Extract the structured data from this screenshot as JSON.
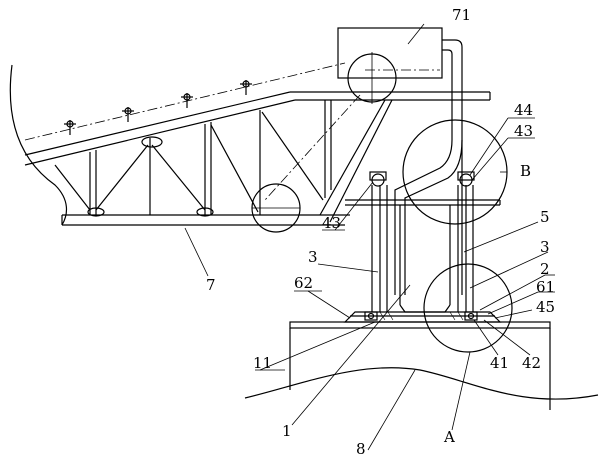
{
  "labels": {
    "l71": "71",
    "l44": "44",
    "l43a": "43",
    "lB": "B",
    "l5": "5",
    "l3a": "3",
    "l2": "2",
    "l61": "61",
    "l45": "45",
    "l42": "42",
    "l41": "41",
    "lA": "A",
    "l8": "8",
    "l1": "1",
    "l11": "11",
    "l62": "62",
    "l3b": "3",
    "l43b": "43",
    "l7": "7"
  },
  "colors": {
    "line": "#000000",
    "background": "#ffffff"
  }
}
